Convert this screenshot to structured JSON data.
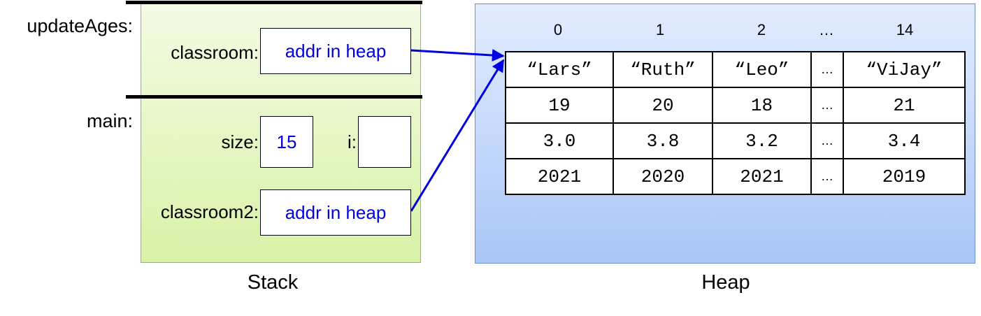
{
  "stack": {
    "caption": "Stack",
    "frames": [
      {
        "name": "updateAges:",
        "vars": [
          {
            "name": "classroom:",
            "value": "addr in heap"
          }
        ]
      },
      {
        "name": "main:",
        "vars": [
          {
            "name": "size:",
            "value": "15"
          },
          {
            "name": "i:",
            "value": ""
          },
          {
            "name": "classroom2:",
            "value": "addr in heap"
          }
        ]
      }
    ]
  },
  "heap": {
    "caption": "Heap",
    "indices": [
      "0",
      "1",
      "2",
      "…",
      "14"
    ],
    "rows": [
      [
        "“Lars”",
        "“Ruth”",
        "“Leo”",
        "…",
        "“ViJay”"
      ],
      [
        "19",
        "20",
        "18",
        "…",
        "21"
      ],
      [
        "3.0",
        "3.8",
        "3.2",
        "…",
        "3.4"
      ],
      [
        "2021",
        "2020",
        "2021",
        "…",
        "2019"
      ]
    ]
  },
  "colors": {
    "pointer_arrow": "#0000e0",
    "stack_fill": "#d9f2a8",
    "heap_fill": "#a9c6f7"
  }
}
